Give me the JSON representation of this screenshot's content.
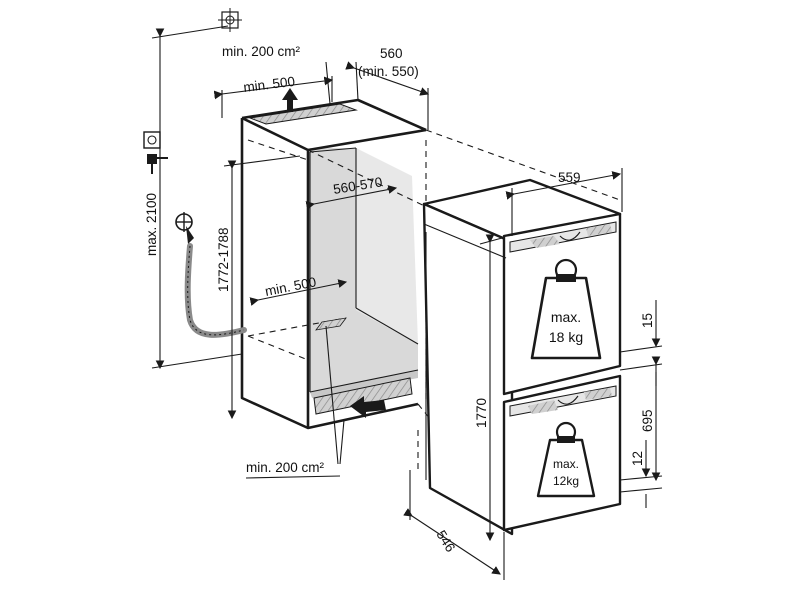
{
  "labels": {
    "min_200_top": "min. 200 cm²",
    "min_500_top": "min. 500",
    "depth_560": "560",
    "depth_min_550": "(min. 550)",
    "width_559": "559",
    "max_height": "max. 2100",
    "niche_height": "1772-1788",
    "niche_depth": "560-570",
    "min_500_bottom": "min. 500",
    "min_200_bottom": "min. 200 cm²",
    "appliance_height": "1770",
    "appliance_depth": "546",
    "door_gap_15": "15",
    "drawer_695": "695",
    "drawer_gap_12": "12",
    "upper_weight_max": "max.",
    "upper_weight_val": "18 kg",
    "lower_weight_max": "max.",
    "lower_weight_val": "12kg"
  },
  "icons": [
    "ground-symbol-icon",
    "socket-icon",
    "plug-icon",
    "water-tap-icon",
    "weight-icon",
    "air-flow-arrow-icon"
  ],
  "colors": {
    "line": "#1a1a1a",
    "niche_fill": "#d9d9d9",
    "appliance_fill": "#ffffff",
    "shelf_fill": "#e6e6e6"
  }
}
